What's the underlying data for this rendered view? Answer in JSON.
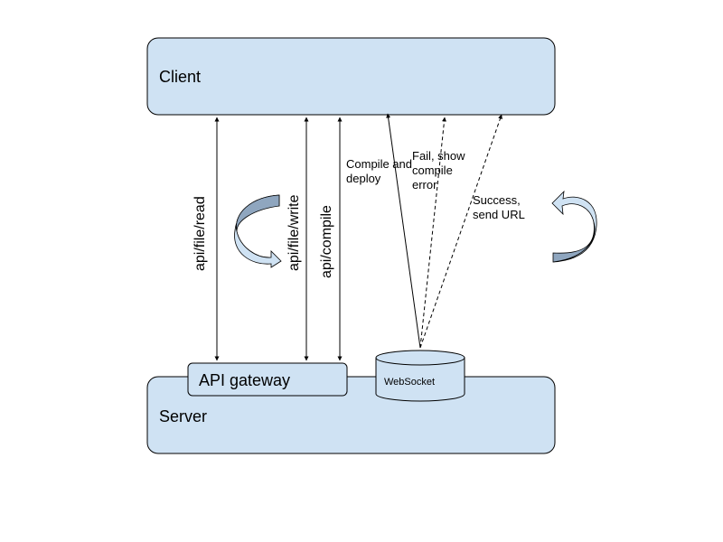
{
  "nodes": {
    "client": "Client",
    "server": "Server",
    "api_gateway": "API gateway",
    "websocket": "WebSocket"
  },
  "edges": {
    "read": "api/file/read",
    "write": "api/file/write",
    "compile": "api/compile",
    "compile_deploy": [
      "Compile and",
      "deploy"
    ],
    "fail": [
      "Fail, show",
      "compile",
      "error"
    ],
    "success": [
      "Success,",
      "send URL"
    ]
  },
  "colors": {
    "box_fill": "#cfe2f3",
    "stroke": "#000000",
    "curve_fill_light": "#d6e5f4",
    "curve_fill_dark": "#8fa6bf"
  }
}
